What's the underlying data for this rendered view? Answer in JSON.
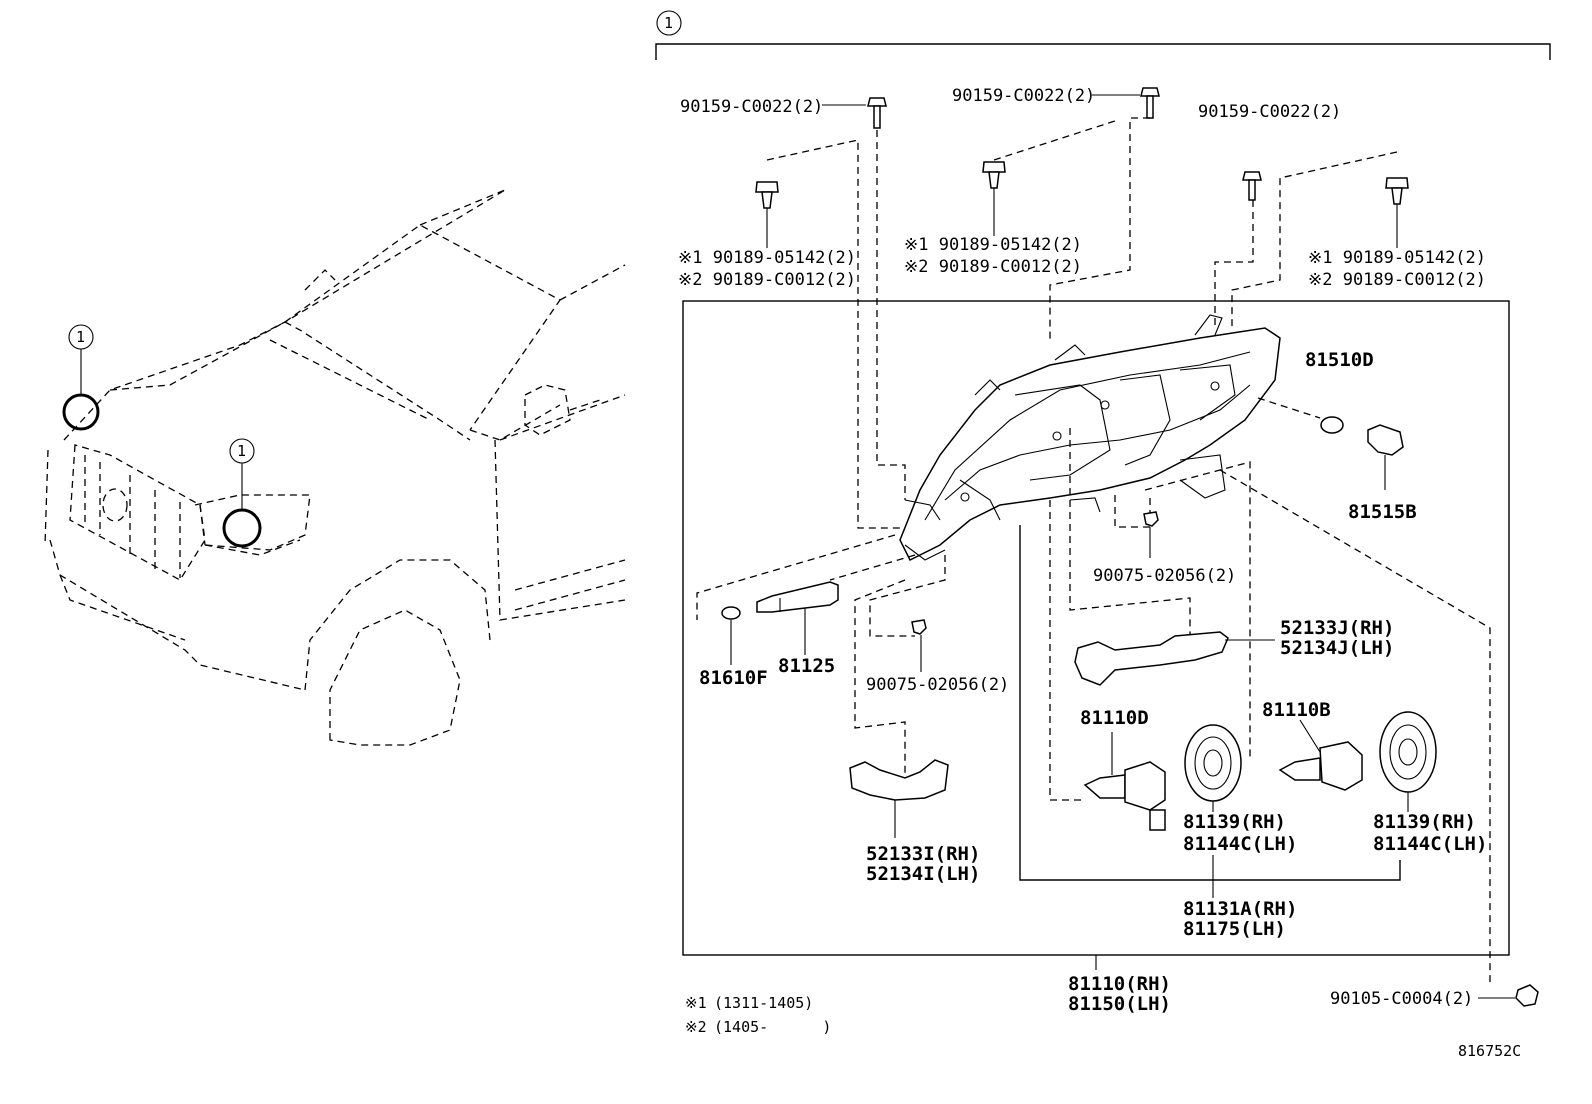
{
  "callout": {
    "symbol": "1"
  },
  "footnotes": {
    "note1": {
      "mark": "※1",
      "range": "(1311-1405)"
    },
    "note2": {
      "mark": "※2",
      "range": "(1405-      )"
    }
  },
  "labels": {
    "bolt_left_top": "90159-C0022(2)",
    "bolt_mid_top": "90159-C0022(2)",
    "bolt_right_top": "90159-C0022(2)",
    "clip_left_1": "※1 90189-05142(2)",
    "clip_left_2": "※2 90189-C0012(2)",
    "clip_mid_1": "※1 90189-05142(2)",
    "clip_mid_2": "※2 90189-C0012(2)",
    "clip_right_1": "※1 90189-05142(2)",
    "clip_right_2": "※2 90189-C0012(2)",
    "part_81510D": "81510D",
    "part_81515B": "81515B",
    "screw_right": "90075-02056(2)",
    "part_81610F": "81610F",
    "part_81125": "81125",
    "screw_left": "90075-02056(2)",
    "socket_right_rh": "52133J(RH)",
    "socket_right_lh": "52134J(LH)",
    "bulb_81110D": "81110D",
    "bulb_81110B": "81110B",
    "cover_mid_rh": "81139(RH)",
    "cover_mid_lh": "81144C(LH)",
    "cover_right_rh": "81139(RH)",
    "cover_right_lh": "81144C(LH)",
    "socket_left_rh": "52133I(RH)",
    "socket_left_lh": "52134I(LH)",
    "housing_rh": "81131A(RH)",
    "housing_lh": "81175(LH)",
    "assy_rh": "81110(RH)",
    "assy_lh": "81150(LH)",
    "bolt_bottom": "90105-C0004(2)",
    "diagram_id": "816752C"
  }
}
